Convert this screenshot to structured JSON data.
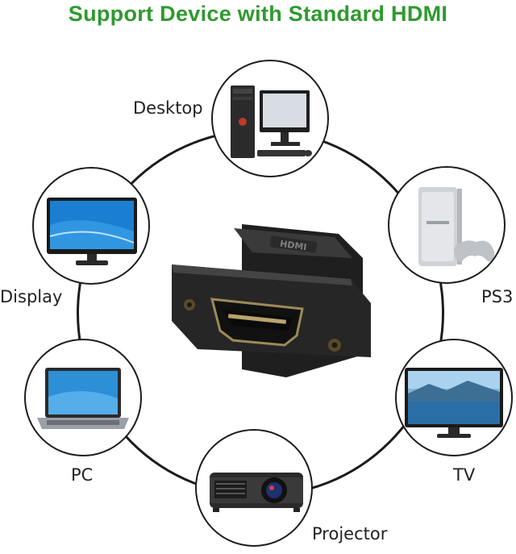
{
  "title": "Support Device with Standard HDMI",
  "devices": {
    "desktop": "Desktop",
    "display": "Display",
    "pc": "PC",
    "projector": "Projector",
    "tv": "TV",
    "ps3": "PS3"
  },
  "adapter_text": "HDMI",
  "colors": {
    "title": "#2e9a2e",
    "ring": "#1c1c1c",
    "adapter_body": "#2a2a2a",
    "screen_blue": "#1a7fd0"
  }
}
